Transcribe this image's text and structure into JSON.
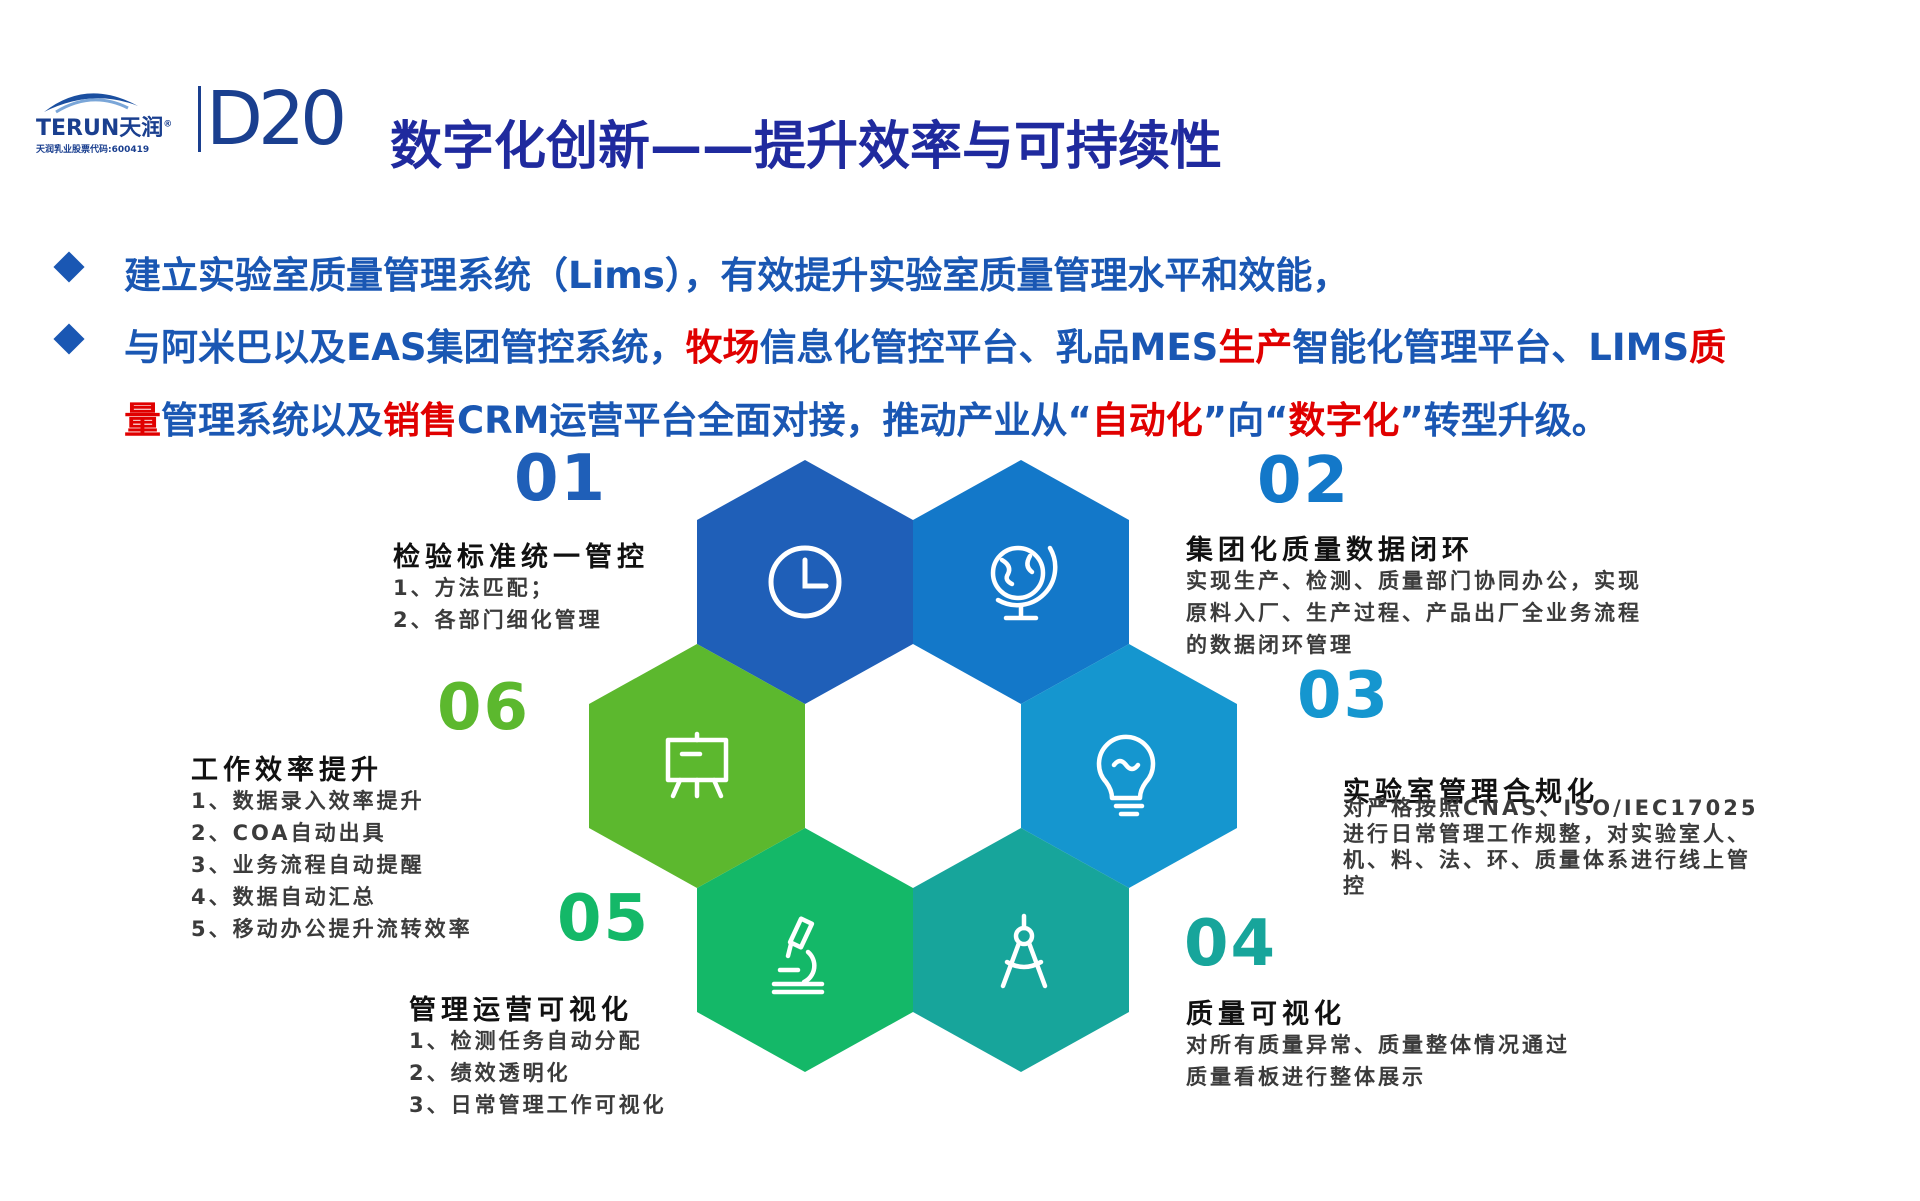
{
  "logo": {
    "brand": "TERUN天润",
    "registered_mark": "®",
    "subtitle": "天润乳业股票代码:600419",
    "d20": "D20"
  },
  "title": "数字化创新——提升效率与可持续性",
  "bullets": [
    {
      "lines": [
        [
          {
            "text": "建立实验室质量管理系统（Lims），有效提升实验室质量管理水平和效能，",
            "red": false
          }
        ]
      ]
    },
    {
      "lines": [
        [
          {
            "text": "与阿米巴以及EAS集团管控系统，",
            "red": false
          },
          {
            "text": "牧场",
            "red": true
          },
          {
            "text": "信息化管控平台、乳品MES",
            "red": false
          },
          {
            "text": "生产",
            "red": true
          },
          {
            "text": "智能化管理平台、LIMS",
            "red": false
          },
          {
            "text": "质",
            "red": true
          }
        ],
        [
          {
            "text": "量",
            "red": true
          },
          {
            "text": "管理系统以及",
            "red": false
          },
          {
            "text": "销售",
            "red": true
          },
          {
            "text": "CRM运营平台全面对接，推动产业从“",
            "red": false
          },
          {
            "text": "自动化",
            "red": true
          },
          {
            "text": "”向“",
            "red": false
          },
          {
            "text": "数字化",
            "red": true
          },
          {
            "text": "”转型升级。",
            "red": false
          }
        ]
      ]
    }
  ],
  "colors": {
    "title": "#1f2a9e",
    "bullet_text": "#1a57b3",
    "highlight": "#e00000",
    "hex_01": "#1f5fb8",
    "hex_02": "#1378c9",
    "hex_03": "#1596cf",
    "hex_04": "#17a59b",
    "hex_05": "#14b868",
    "hex_06": "#5cb82e",
    "num_01": "#1f5fb8",
    "num_02": "#1378c9",
    "num_03": "#1596cf",
    "num_04": "#17a59b",
    "num_05": "#14b868",
    "num_06": "#5cb82e"
  },
  "items": [
    {
      "number": "01",
      "title": "检验标准统一管控",
      "icon": "clock-icon",
      "lines": [
        "1、方法匹配；",
        "2、各部门细化管理"
      ]
    },
    {
      "number": "02",
      "title": "集团化质量数据闭环",
      "icon": "globe-icon",
      "lines": [
        "实现生产、检测、质量部门协同办公，实现",
        "原料入厂、生产过程、产品出厂全业务流程",
        "的数据闭环管理"
      ]
    },
    {
      "number": "03",
      "title": "实验室管理合规化",
      "icon": "lightbulb-icon",
      "lines": [
        "对严格按照CNAS、ISO/IEC17025",
        "进行日常管理工作规整，对实验室人、",
        "机、料、法、环、质量体系进行线上管",
        "控"
      ]
    },
    {
      "number": "04",
      "title": "质量可视化",
      "icon": "compass-icon",
      "lines": [
        "对所有质量异常、质量整体情况通过",
        "质量看板进行整体展示"
      ]
    },
    {
      "number": "05",
      "title": "管理运营可视化",
      "icon": "microscope-icon",
      "lines": [
        "1、检测任务自动分配",
        "2、绩效透明化",
        "3、日常管理工作可视化"
      ]
    },
    {
      "number": "06",
      "title": "工作效率提升",
      "icon": "presentation-board-icon",
      "lines": [
        "1、数据录入效率提升",
        "2、COA自动出具",
        "3、业务流程自动提醒",
        "4、数据自动汇总",
        "5、移动办公提升流转效率"
      ]
    }
  ]
}
